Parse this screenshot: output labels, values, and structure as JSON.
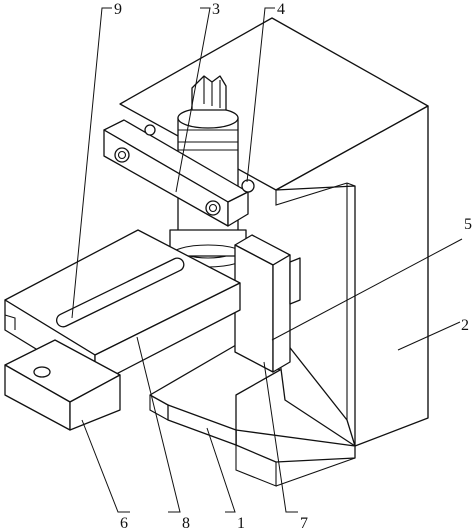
{
  "figure": {
    "labels": [
      {
        "id": "label-1",
        "text": "1"
      },
      {
        "id": "label-2",
        "text": "2"
      },
      {
        "id": "label-3",
        "text": "3"
      },
      {
        "id": "label-4",
        "text": "4"
      },
      {
        "id": "label-5",
        "text": "5"
      },
      {
        "id": "label-6",
        "text": "6"
      },
      {
        "id": "label-7",
        "text": "7"
      },
      {
        "id": "label-8",
        "text": "8"
      },
      {
        "id": "label-9",
        "text": "9"
      }
    ],
    "colors": {
      "line": "#111111",
      "background": "#ffffff"
    }
  }
}
